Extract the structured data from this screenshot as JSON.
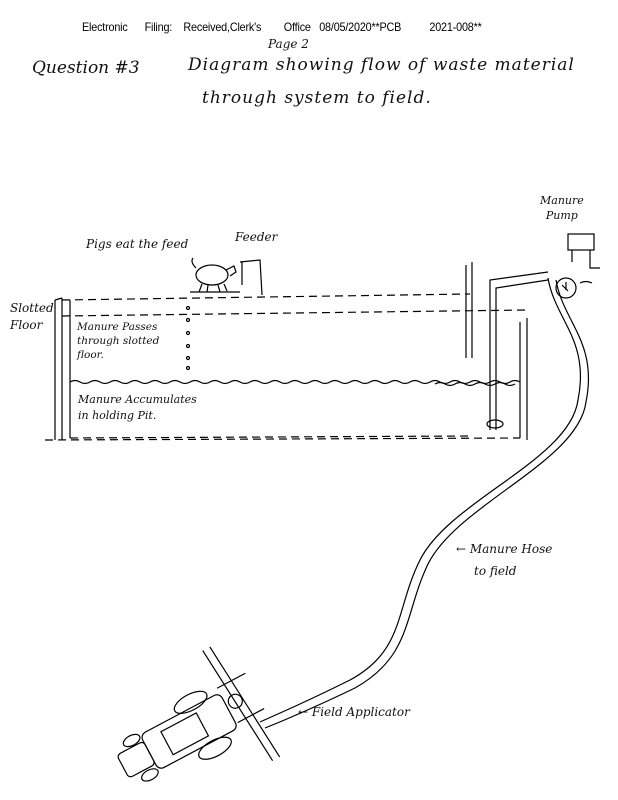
{
  "header": {
    "part1": "Electronic",
    "part2": "Filing:",
    "part3": "Received,Clerk's",
    "part4": "Office",
    "part5": "08/05/2020**PCB",
    "part6": "2021-008**"
  },
  "page_label": "Page 2",
  "title": {
    "question": "Question #3",
    "line1": "Diagram showing flow of waste material",
    "line2": "through system to field."
  },
  "labels": {
    "manure_pump_1": "Manure",
    "manure_pump_2": "Pump",
    "pigs": "Pigs eat the feed",
    "feeder": "Feeder",
    "slotted_1": "Slotted",
    "slotted_2": "Floor",
    "passes_1": "Manure Passes",
    "passes_2": "through slotted",
    "passes_3": "floor.",
    "accum_1": "Manure Accumulates",
    "accum_2": "in holding Pit.",
    "hose_1": "← Manure Hose",
    "hose_2": "to field",
    "applicator": "← Field Applicator"
  }
}
